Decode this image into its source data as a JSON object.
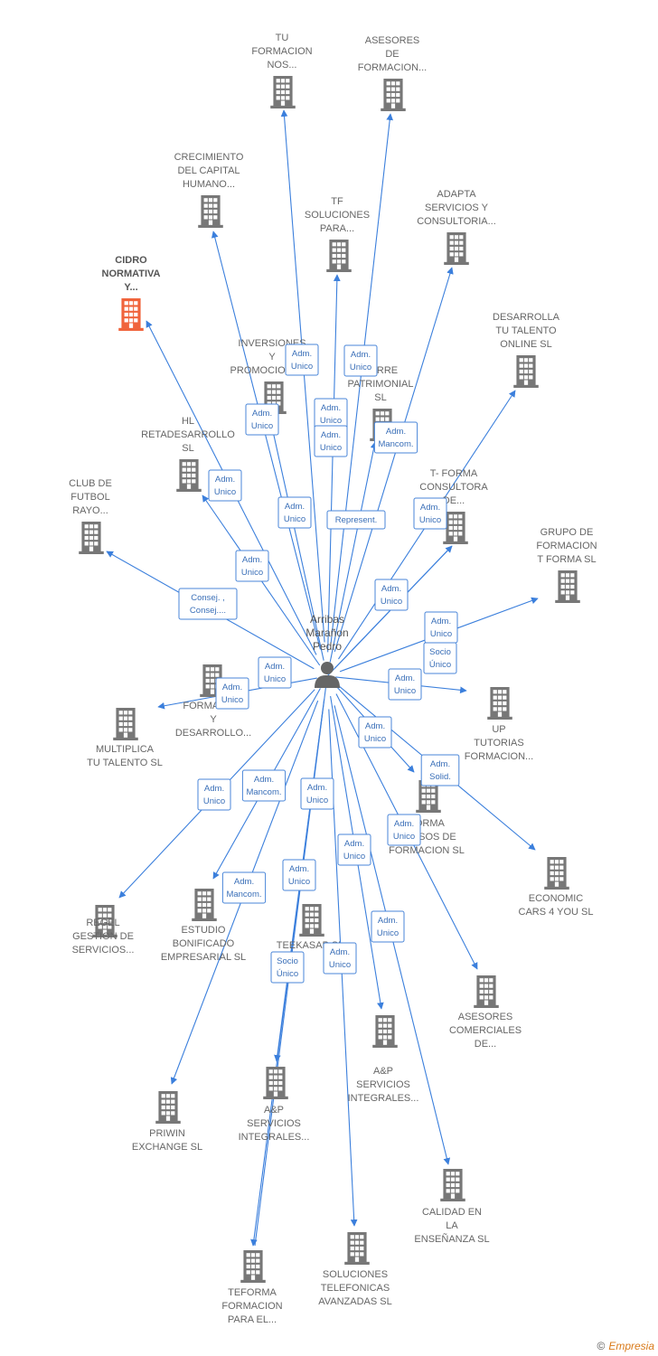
{
  "person": {
    "name_lines": [
      "Arribas",
      "Marañon",
      "Pedro"
    ]
  },
  "colors": {
    "edge": "#3b7fdc",
    "building": "#777777",
    "highlight_building": "#f0643c",
    "role_border": "#4a86d8",
    "role_text": "#3a6fb8"
  },
  "companies": [
    {
      "lines": [
        "TU",
        "FORMACION",
        "NOS..."
      ]
    },
    {
      "lines": [
        "ASESORES",
        "DE",
        "FORMACION..."
      ]
    },
    {
      "lines": [
        "CRECIMIENTO",
        "DEL CAPITAL",
        "HUMANO..."
      ]
    },
    {
      "lines": [
        "TF",
        "SOLUCIONES",
        "PARA..."
      ]
    },
    {
      "lines": [
        "ADAPTA",
        "SERVICIOS Y",
        "CONSULTORIA..."
      ]
    },
    {
      "lines": [
        "CIDRO",
        "NORMATIVA",
        "Y..."
      ],
      "highlight": true
    },
    {
      "lines": [
        "DESARROLLA",
        "TU TALENTO",
        "ONLINE  SL"
      ]
    },
    {
      "lines": [
        "INVERSIONES",
        "Y",
        "PROMOCIONES..."
      ]
    },
    {
      "lines": [
        "TORRE",
        "PATRIMONIAL",
        "SL"
      ]
    },
    {
      "lines": [
        "HL",
        "RETADESARROLLO",
        "SL"
      ]
    },
    {
      "lines": [
        "T- FORMA",
        "CONSULTORA",
        "DE..."
      ]
    },
    {
      "lines": [
        "CLUB DE",
        "FUTBOL",
        "RAYO..."
      ]
    },
    {
      "lines": [
        "GRUPO DE",
        "FORMACION",
        "T FORMA  SL"
      ]
    },
    {
      "lines": [
        "FORMACION",
        "Y",
        "DESARROLLO..."
      ]
    },
    {
      "lines": [
        "MULTIPLICA",
        "TU TALENTO  SL"
      ]
    },
    {
      "lines": [
        "UP",
        "TUTORIAS",
        "FORMACION..."
      ]
    },
    {
      "lines": [
        "FORMA",
        "CURSOS DE",
        "FORMACION  SL"
      ]
    },
    {
      "lines": [
        "ECONOMIC",
        "CARS 4 YOU SL"
      ]
    },
    {
      "lines": [
        "REGEL",
        "GESTION DE",
        "SERVICIOS..."
      ]
    },
    {
      "lines": [
        "ESTUDIO",
        "BONIFICADO",
        "EMPRESARIAL SL"
      ]
    },
    {
      "lines": [
        "TEEKASAP SL"
      ]
    },
    {
      "lines": [
        "ASESORES",
        "COMERCIALES",
        "DE..."
      ]
    },
    {
      "lines": [
        "A&P",
        "SERVICIOS",
        "INTEGRALES..."
      ]
    },
    {
      "lines": [
        "PRIWIN",
        "EXCHANGE SL"
      ]
    },
    {
      "lines": [
        "A&P",
        "SERVICIOS",
        "INTEGRALES..."
      ]
    },
    {
      "lines": [
        "CALIDAD EN",
        "LA",
        "ENSEÑANZA  SL"
      ]
    },
    {
      "lines": [
        "SOLUCIONES",
        "TELEFONICAS",
        "AVANZADAS  SL"
      ]
    },
    {
      "lines": [
        "TEFORMA",
        "FORMACION",
        "PARA EL..."
      ]
    }
  ],
  "roles": [
    {
      "lines": [
        "Adm.",
        "Unico"
      ]
    },
    {
      "lines": [
        "Adm.",
        "Unico"
      ]
    },
    {
      "lines": [
        "Adm.",
        "Unico"
      ]
    },
    {
      "lines": [
        "Adm.",
        "Unico"
      ]
    },
    {
      "lines": [
        "Adm.",
        "Unico"
      ]
    },
    {
      "lines": [
        "Adm.",
        "Mancom."
      ]
    },
    {
      "lines": [
        "Adm.",
        "Unico"
      ]
    },
    {
      "lines": [
        "Adm.",
        "Unico"
      ]
    },
    {
      "lines": [
        "Represent."
      ]
    },
    {
      "lines": [
        "Adm.",
        "Unico"
      ]
    },
    {
      "lines": [
        "Adm.",
        "Unico"
      ]
    },
    {
      "lines": [
        "Adm.",
        "Unico"
      ]
    },
    {
      "lines": [
        "Consej. ,",
        "Consej...."
      ]
    },
    {
      "lines": [
        "Adm.",
        "Unico"
      ]
    },
    {
      "lines": [
        "Socio",
        "Único"
      ]
    },
    {
      "lines": [
        "Adm.",
        "Unico"
      ]
    },
    {
      "lines": [
        "Adm.",
        "Unico"
      ]
    },
    {
      "lines": [
        "Adm.",
        "Unico"
      ]
    },
    {
      "lines": [
        "Adm.",
        "Unico"
      ]
    },
    {
      "lines": [
        "Adm.",
        "Solid."
      ]
    },
    {
      "lines": [
        "Adm.",
        "Unico"
      ]
    },
    {
      "lines": [
        "Adm.",
        "Mancom."
      ]
    },
    {
      "lines": [
        "Adm.",
        "Unico"
      ]
    },
    {
      "lines": [
        "Adm.",
        "Unico"
      ]
    },
    {
      "lines": [
        "Adm.",
        "Unico"
      ]
    },
    {
      "lines": [
        "Adm.",
        "Unico"
      ]
    },
    {
      "lines": [
        "Adm.",
        "Mancom."
      ]
    },
    {
      "lines": [
        "Adm.",
        "Unico"
      ]
    },
    {
      "lines": [
        "Adm.",
        "Unico"
      ]
    },
    {
      "lines": [
        "Socio",
        "Único"
      ]
    }
  ],
  "watermark": {
    "copyright": "©",
    "brand": "Empresia"
  }
}
